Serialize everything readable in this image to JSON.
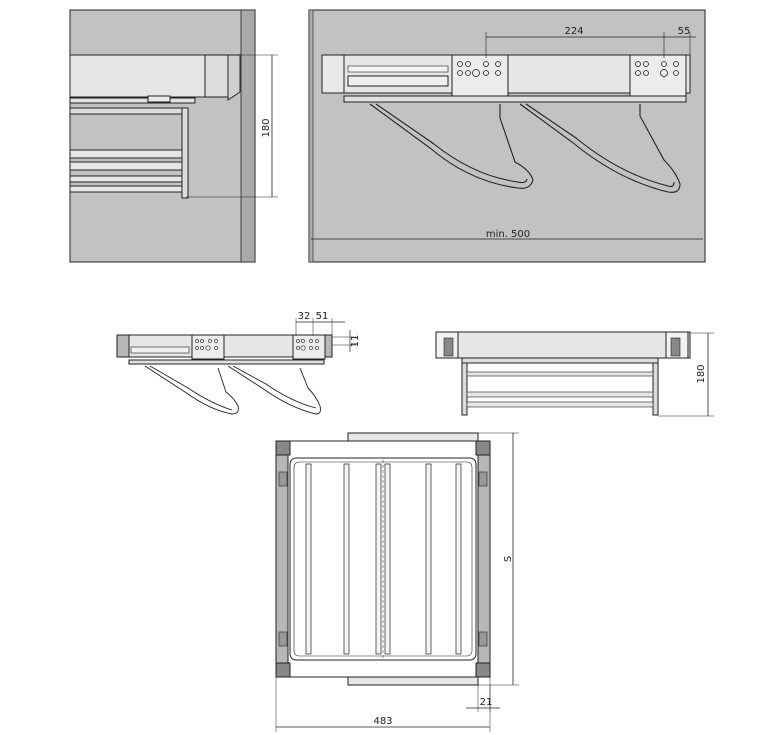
{
  "views": {
    "side_detail": {
      "height_dim": "180"
    },
    "front_detail": {
      "pitch_dim": "224",
      "offset_dim": "55",
      "min_width_dim": "min. 500"
    },
    "small_front": {
      "hole_dim_a": "32",
      "hole_dim_b": "51",
      "small_dim": "11"
    },
    "small_side": {
      "height_dim": "180"
    },
    "top_view": {
      "width_dim": "483",
      "depth_dim": "S",
      "rail_dim": "21"
    }
  },
  "colors": {
    "panel": "#b7b7b7",
    "metal": "#d9d9d9",
    "line": "#222222",
    "wall": "#c2c2c2"
  }
}
